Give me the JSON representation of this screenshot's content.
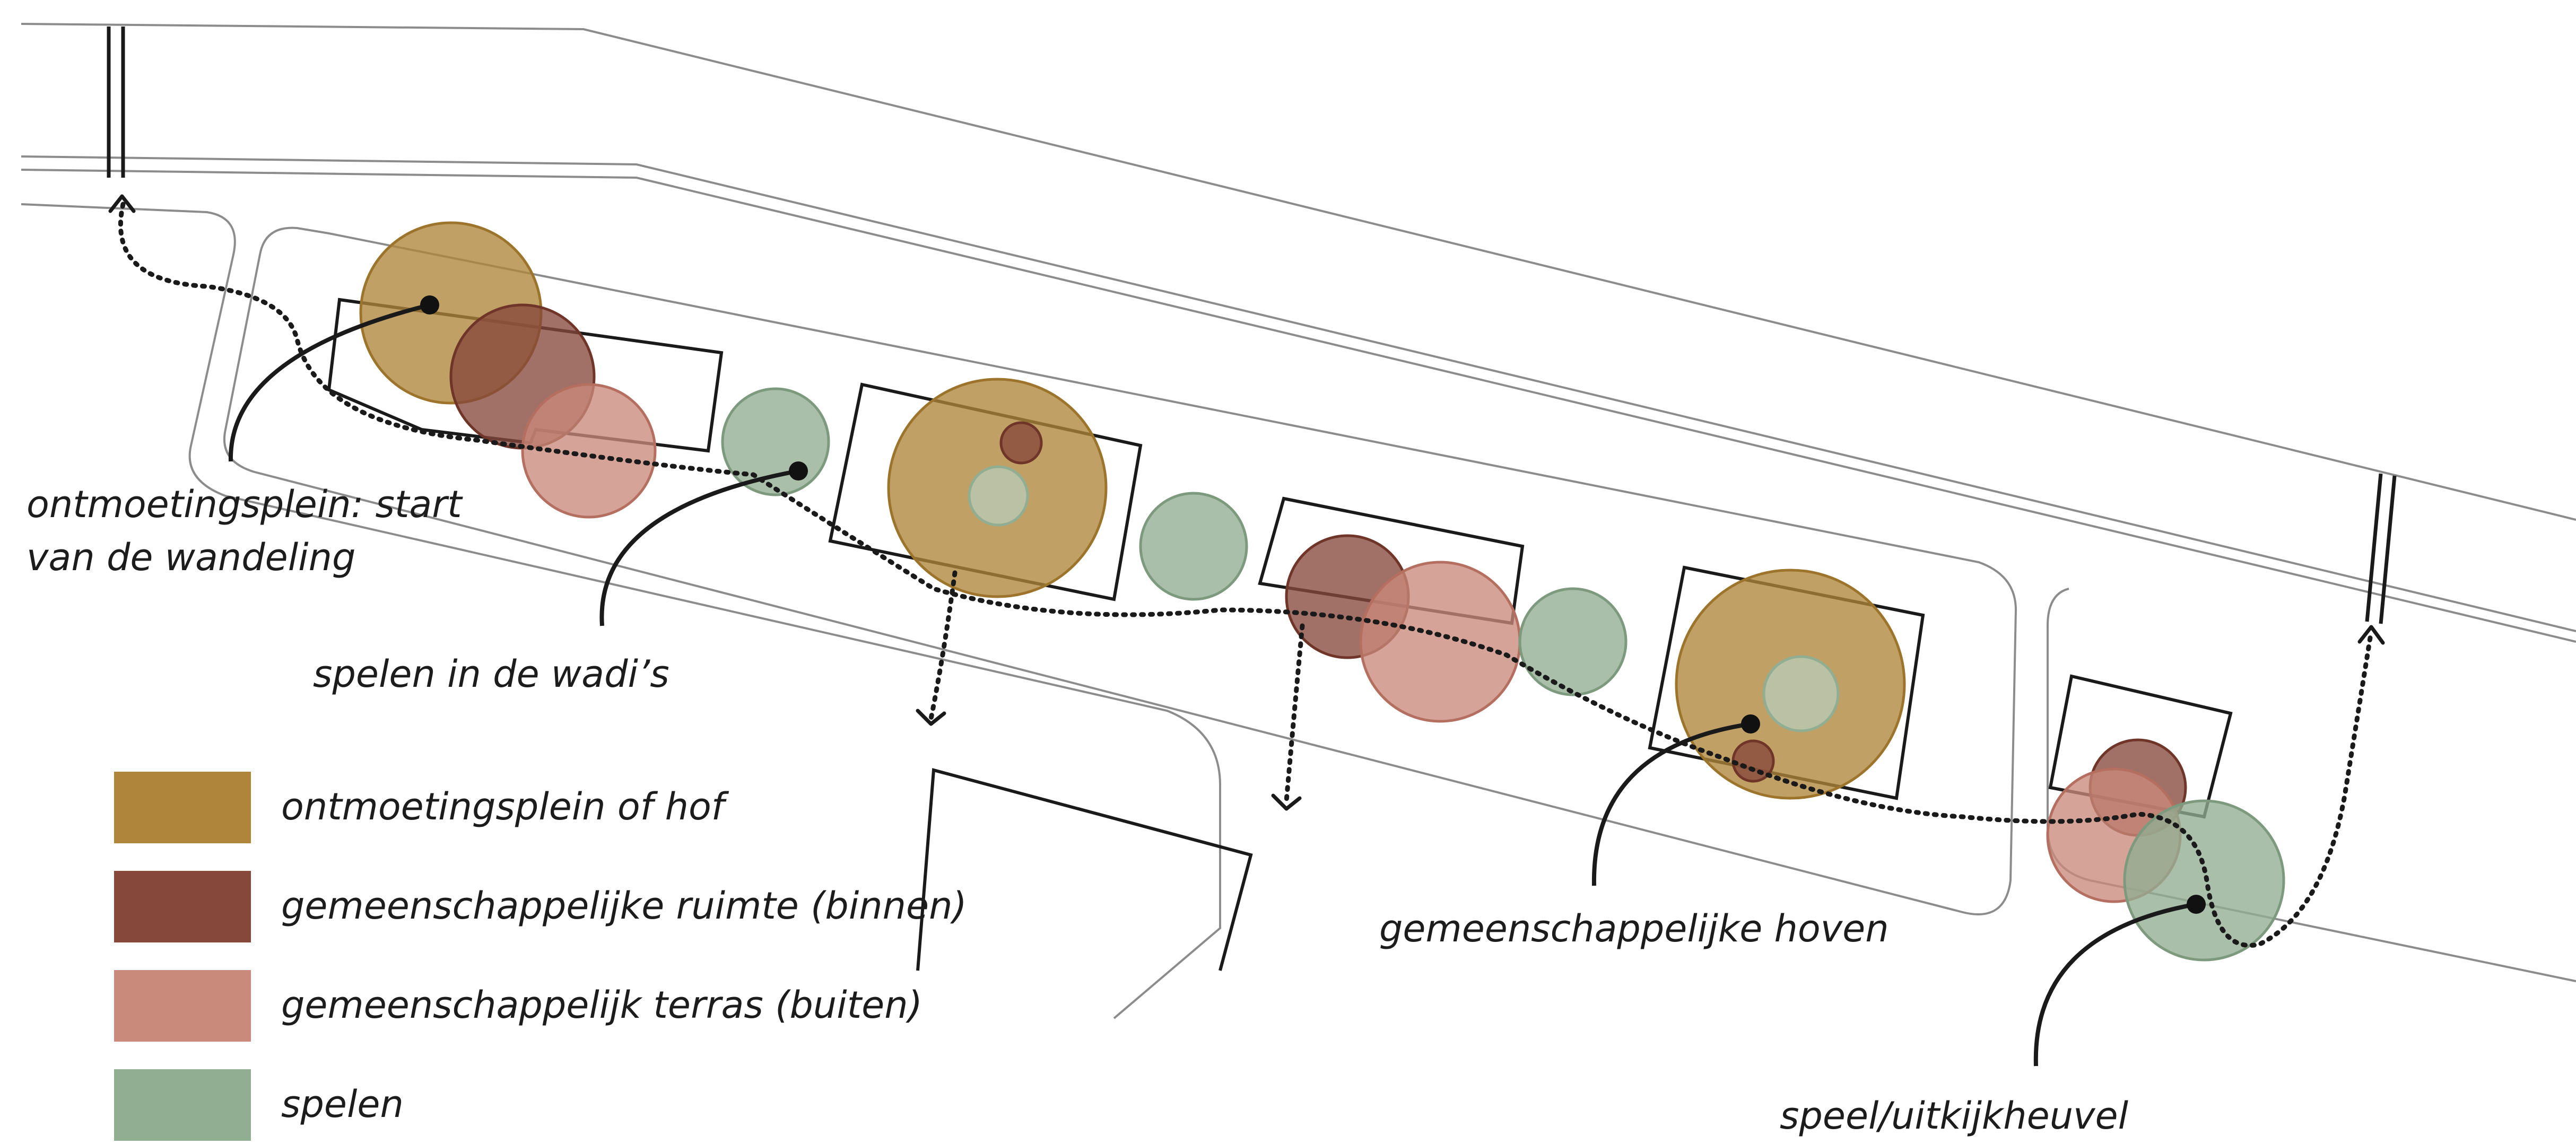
{
  "labels": {
    "start_line1": "ontmoetingsplein: start",
    "start_line2": "van de wandeling",
    "wadi": "spelen in de wadi’s",
    "hoven": "gemeenschappelijke hoven",
    "heuvel": "speel/uitkijkheuvel"
  },
  "legend": [
    {
      "label": "ontmoetingsplein of hof",
      "color": "#ae853a"
    },
    {
      "label": "gemeenschappelijke ruimte (binnen)",
      "color": "#86483b"
    },
    {
      "label": "gemeenschappelijk terras (buiten)",
      "color": "#c9897b"
    },
    {
      "label": "spelen",
      "color": "#91ad92"
    }
  ],
  "colors": {
    "plein": "#ae853a",
    "ruimte": "#86483b",
    "terras": "#c9897b",
    "spelen": "#91ad92",
    "lines": "#1a1a1a",
    "roads": "#8c8c8c"
  }
}
